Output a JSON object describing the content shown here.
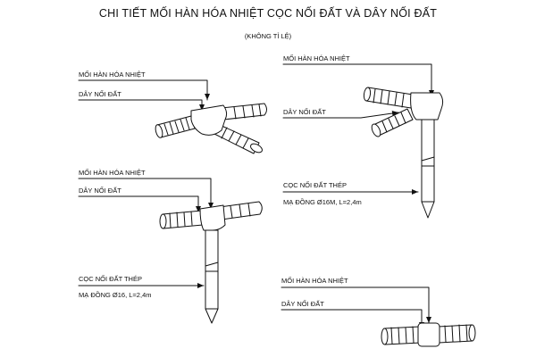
{
  "title": "CHI TIẾT MỐI HÀN HÓA NHIỆT CỌC NỐI ĐẤT VÀ DÂY NỐI ĐẤT",
  "subtitle": "(KHÔNG TỈ LỆ)",
  "details": [
    {
      "weld_label": "MỐI HÀN HÓA NHIỆT",
      "wire_label": "DÂY NỐI ĐẤT"
    },
    {
      "weld_label": "MỐI HÀN HÓA NHIỆT",
      "wire_label": "DÂY NỐI ĐẤT",
      "rod_label": "CỌC NỐI ĐẤT THÉP",
      "rod_spec": "MẠ ĐỒNG Ø16M, L=2,4m"
    },
    {
      "weld_label": "MỐI HÀN HÓA NHIỆT",
      "wire_label": "DÂY NỐI ĐẤT",
      "rod_label": "CỌC NỐI ĐẤT THÉP",
      "rod_spec": "MẠ ĐỒNG Ø16, L=2,4m"
    },
    {
      "weld_label": "MỐI HÀN HÓA NHIỆT",
      "wire_label": "DÂY NỐI ĐẤT"
    }
  ],
  "colors": {
    "line": "#111111",
    "fill": "#ffffff"
  }
}
